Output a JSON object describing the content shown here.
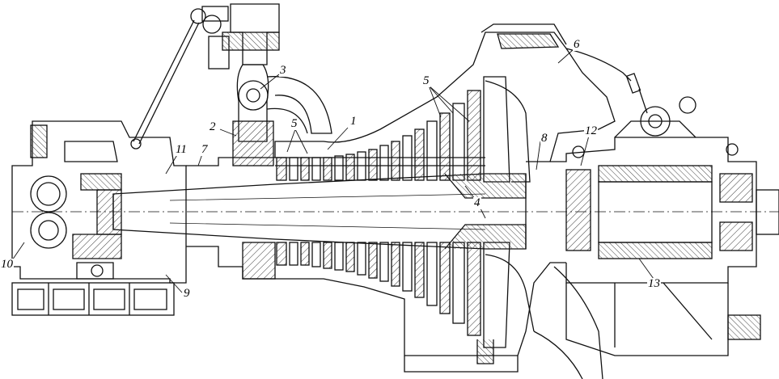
{
  "diagram": {
    "callouts": [
      {
        "id": "c1",
        "text": "1"
      },
      {
        "id": "c2",
        "text": "2"
      },
      {
        "id": "c3",
        "text": "3"
      },
      {
        "id": "c4",
        "text": "4"
      },
      {
        "id": "c5a",
        "text": "5"
      },
      {
        "id": "c5b",
        "text": "5"
      },
      {
        "id": "c6",
        "text": "6"
      },
      {
        "id": "c7",
        "text": "7"
      },
      {
        "id": "c8",
        "text": "8"
      },
      {
        "id": "c9",
        "text": "9"
      },
      {
        "id": "c10",
        "text": "10"
      },
      {
        "id": "c11",
        "text": "11"
      },
      {
        "id": "c12",
        "text": "12"
      },
      {
        "id": "c13",
        "text": "13"
      }
    ],
    "colors": {
      "ink": "#111111",
      "paper": "#ffffff",
      "hatch": "#333333"
    }
  }
}
